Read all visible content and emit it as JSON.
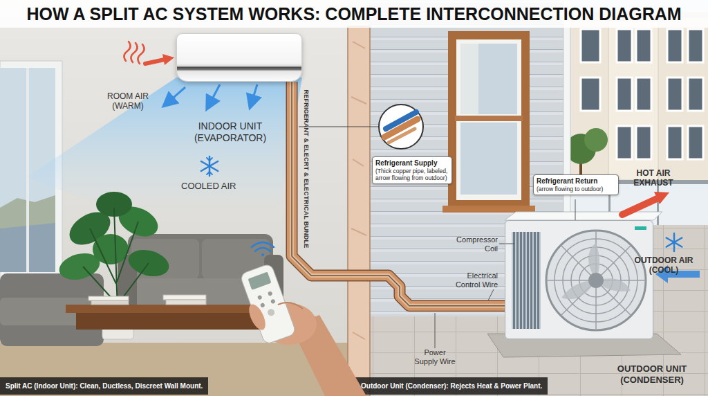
{
  "diagram": {
    "title": "HOW A SPLIT AC SYSTEM WORKS: COMPLETE INTERCONNECTION DIAGRAM",
    "nodes": [
      {
        "text": [
          "INDOOR UNIT (EVAPORATOR)"
        ]
      },
      {
        "text": [
          "Refrigerant Supply",
          "(Thick copper pipe, labeled, arrow flowing from outdoor)"
        ]
      },
      {
        "text": [
          "Refrigerant Return",
          "(arrow flowing to outdoor)"
        ]
      },
      {
        "text": [
          "OUTDOOR UNIT (CONDENSER)"
        ]
      },
      {
        "text": [
          "Split AC (Indoor Unit): Clean, Ductless, Discreet Wall Mount."
        ]
      },
      {
        "text": [
          "Outdoor Unit (Condenser): Rejects Heat & Power Plant."
        ]
      }
    ],
    "edges": [
      {
        "from": 0,
        "to": 3,
        "arrow": "none",
        "label": "REFRIGERANT & ELECRT & ELECTRICAL BUNDLE"
      }
    ],
    "labels": [
      "ROOM AIR (WARM)",
      "COOLED AIR",
      "HOT AIR EXHAUST",
      "OUTDOOR AIR (COOL)",
      "Compressor Coil",
      "Electrical Control Wire",
      "Power Supply Wire"
    ]
  }
}
